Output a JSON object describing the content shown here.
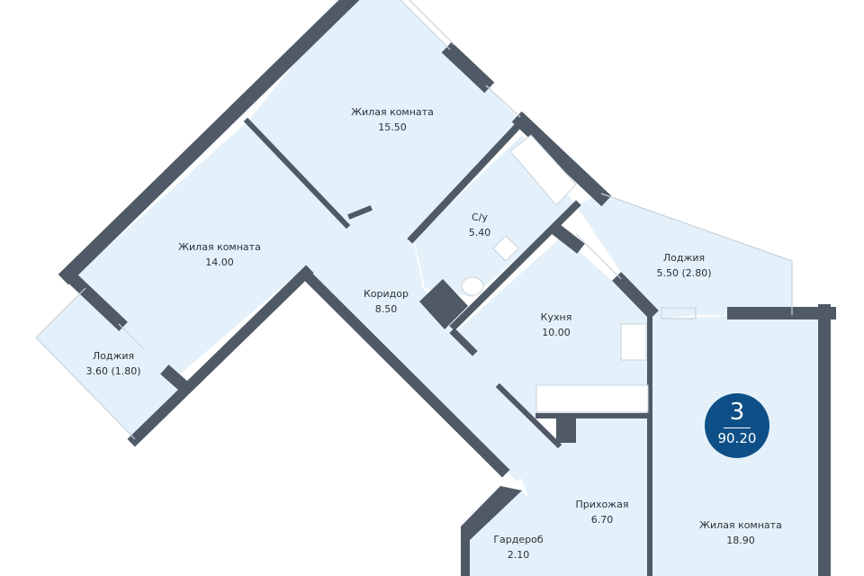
{
  "colors": {
    "room": "#e4f1fa",
    "wall": "#4f5a66",
    "badge": "#0d4f86"
  },
  "badge": {
    "rooms": "3",
    "total_area": "90.20"
  },
  "rooms": [
    {
      "name": "Жилая комната",
      "area": "15.50"
    },
    {
      "name": "Жилая комната",
      "area": "14.00"
    },
    {
      "name": "С/у",
      "area": "5.40"
    },
    {
      "name": "Лоджия",
      "area": "5.50 (2.80)"
    },
    {
      "name": "Коридор",
      "area": "8.50"
    },
    {
      "name": "Кухня",
      "area": "10.00"
    },
    {
      "name": "Лоджия",
      "area": "3.60 (1.80)"
    },
    {
      "name": "Прихожая",
      "area": "6.70"
    },
    {
      "name": "Гардероб",
      "area": "2.10"
    },
    {
      "name": "Жилая комната",
      "area": "18.90"
    }
  ]
}
